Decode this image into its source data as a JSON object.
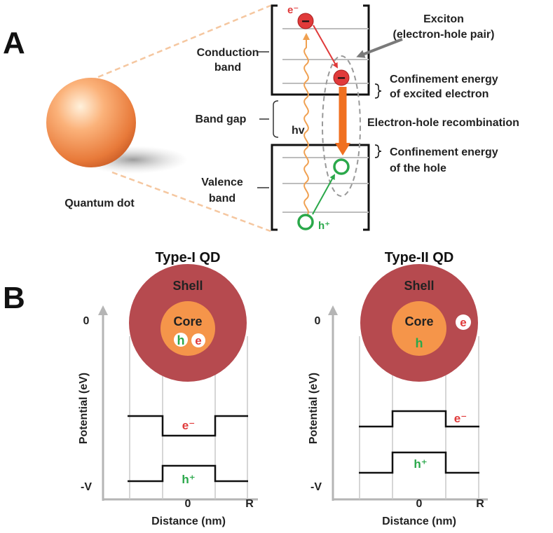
{
  "panel_a": {
    "letter": "A",
    "quantum_dot": "Quantum dot",
    "conduction_band_l1": "Conduction",
    "conduction_band_l2": "band",
    "band_gap": "Band gap",
    "valence_band_l1": "Valence",
    "valence_band_l2": "band",
    "hv": "hv",
    "electron_label": "e⁻",
    "hole_label": "h⁺",
    "electron_sign": "−",
    "exciton_l1": "Exciton",
    "exciton_l2": "(electron-hole pair)",
    "conf_electron_l1": "Confinement energy",
    "conf_electron_l2": "of excited electron",
    "recombination": "Electron-hole recombination",
    "conf_hole_l1": "Confinement energy",
    "conf_hole_l2": "of the hole"
  },
  "panel_b": {
    "letter": "B",
    "type1": {
      "title": "Type-I QD",
      "shell": "Shell",
      "core": "Core",
      "h": "h",
      "e": "e",
      "y_top": "0",
      "y_bottom": "-V",
      "ylabel": "Potential (eV)",
      "x_zero": "0",
      "x_r": "R",
      "xlabel": "Distance (nm)",
      "e_level": "e⁻",
      "h_level": "h⁺"
    },
    "type2": {
      "title": "Type-II QD",
      "shell": "Shell",
      "core": "Core",
      "h": "h",
      "e": "e",
      "y_top": "0",
      "y_bottom": "-V",
      "ylabel": "Potential (eV)",
      "x_zero": "0",
      "x_r": "R",
      "xlabel": "Distance (nm)",
      "e_level": "e⁻",
      "h_level": "h⁺"
    }
  },
  "colors": {
    "electron": "#e03a3a",
    "hole": "#2aa84a",
    "photon": "#f0a050",
    "recombination": "#f07020",
    "shell": "#b64a4f",
    "core": "#f5954a",
    "grid": "#bdbdbd"
  }
}
